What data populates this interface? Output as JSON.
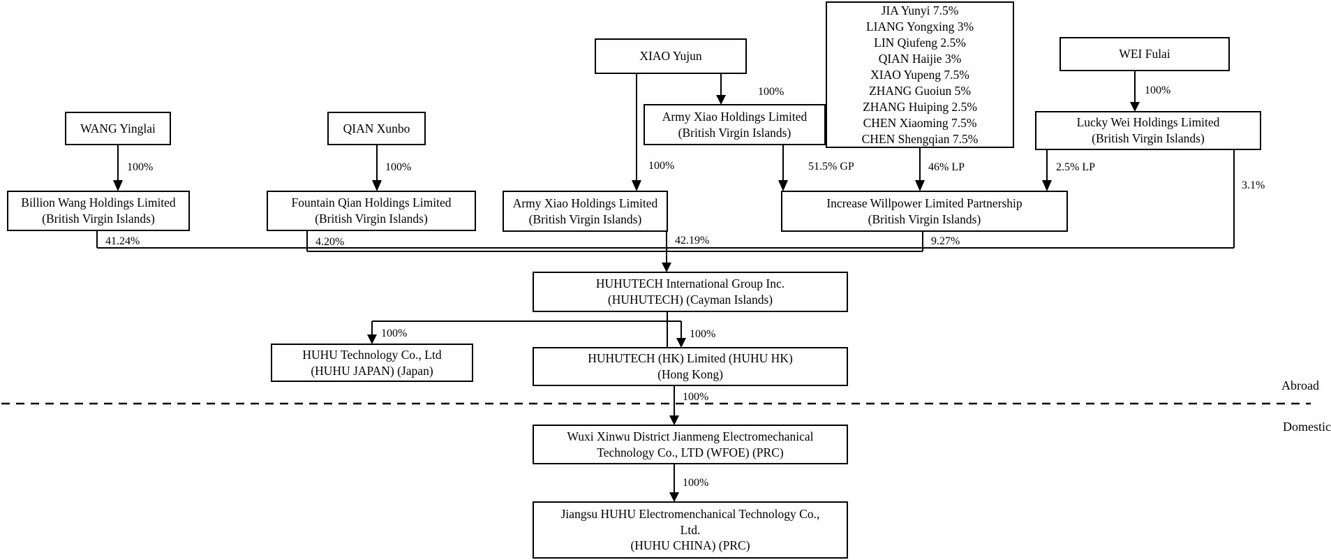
{
  "region_labels": {
    "abroad": "Abroad",
    "domestic": "Domestic"
  },
  "colors": {
    "line": "#000000",
    "box_border": "#000000",
    "background": "#ffffff",
    "text": "#000000"
  },
  "nodes": {
    "wang_yinglai": {
      "line1": "WANG Yinglai"
    },
    "qian_xunbo": {
      "line1": "QIAN Xunbo"
    },
    "xiao_yujun": {
      "line1": "XIAO Yujun"
    },
    "wei_fulai": {
      "line1": "WEI Fulai"
    },
    "shareholders": {
      "line1": "JIA Yunyi 7.5%",
      "line2": "LIANG Yongxing 3%",
      "line3": "LIN Qiufeng 2.5%",
      "line4": "QIAN Haijie 3%",
      "line5": "XIAO Yupeng 7.5%",
      "line6": "ZHANG Guoiun 5%",
      "line7": "ZHANG Huiping 2.5%",
      "line8": "CHEN Xiaoming 7.5%",
      "line9": "CHEN Shengqian 7.5%"
    },
    "army_xiao_upper": {
      "line1": "Army Xiao Holdings Limited",
      "line2": "(British Virgin Islands)"
    },
    "lucky_wei": {
      "line1": "Lucky Wei Holdings Limited",
      "line2": "(British Virgin Islands)"
    },
    "billion_wang": {
      "line1": "Billion Wang Holdings Limited",
      "line2": "(British Virgin Islands)"
    },
    "fountain_qian": {
      "line1": "Fountain Qian Holdings Limited",
      "line2": "(British Virgin Islands)"
    },
    "army_xiao_lower": {
      "line1": "Army Xiao Holdings Limited",
      "line2": "(British Virgin Islands)"
    },
    "increase_willpower": {
      "line1": "Increase Willpower Limited Partnership",
      "line2": "(British Virgin Islands)"
    },
    "huhutech_cayman": {
      "line1": "HUHUTECH International Group Inc.",
      "line2": "(HUHUTECH) (Cayman Islands)"
    },
    "huhu_japan": {
      "line1": "HUHU Technology Co., Ltd",
      "line2": "(HUHU JAPAN) (Japan)"
    },
    "huhutech_hk": {
      "line1": "HUHUTECH (HK) Limited (HUHU HK)",
      "line2": "(Hong Kong)"
    },
    "wfoe": {
      "line1": "Wuxi Xinwu District Jianmeng Electromechanical",
      "line2": "Technology Co., LTD (WFOE) (PRC)"
    },
    "huhu_china": {
      "line1": "Jiangsu HUHU Electromenchanical Technology Co.,",
      "line2": "Ltd.",
      "line3": "(HUHU CHINA) (PRC)"
    }
  },
  "edge_labels": {
    "wang_to_billion": "100%",
    "qian_to_fountain": "100%",
    "xiao_to_army_lower": "100%",
    "xiao_to_army_upper": "100%",
    "wei_to_lucky": "100%",
    "army_upper_to_increase": "51.5% GP",
    "shareholders_to_increase": "46% LP",
    "lucky_to_increase": "2.5% LP",
    "lucky_to_huhutech": "3.1%",
    "billion_to_huhutech": "41.24%",
    "fountain_to_huhutech": "4.20%",
    "army_lower_to_huhutech": "42.19%",
    "increase_to_huhutech": "9.27%",
    "cayman_to_japan": "100%",
    "cayman_to_hk": "100%",
    "hk_to_wfoe": "100%",
    "wfoe_to_china": "100%"
  }
}
